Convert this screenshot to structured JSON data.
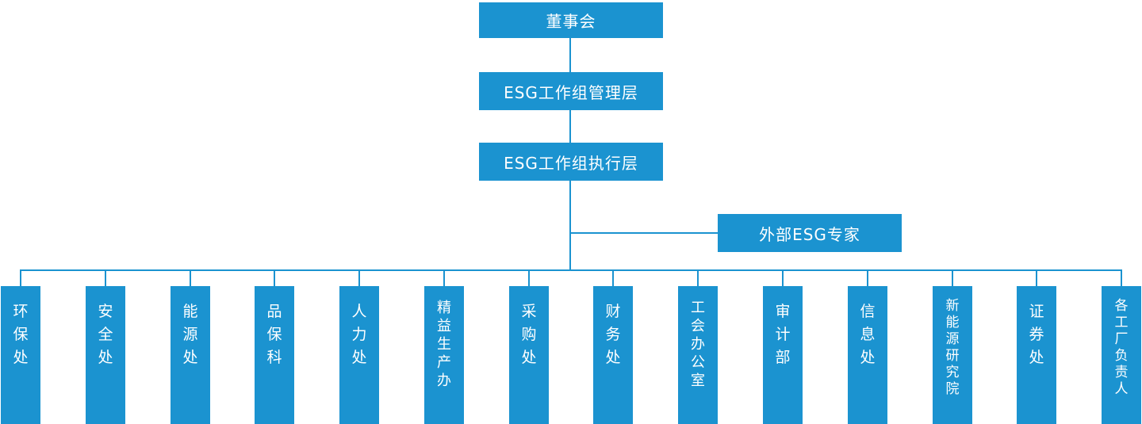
{
  "colors": {
    "primary": "#1b93d0",
    "text": "#ffffff",
    "background": "#ffffff"
  },
  "org_chart": {
    "type": "organization-hierarchy",
    "root": {
      "label": "董事会"
    },
    "management": {
      "label": "ESG工作组管理层"
    },
    "execution": {
      "label": "ESG工作组执行层"
    },
    "external_advisor": {
      "label": "外部ESG专家"
    },
    "departments": [
      {
        "label": "环保处"
      },
      {
        "label": "安全处"
      },
      {
        "label": "能源处"
      },
      {
        "label": "品保科"
      },
      {
        "label": "人力处"
      },
      {
        "label": "精益生产办"
      },
      {
        "label": "采购处"
      },
      {
        "label": "财务处"
      },
      {
        "label": "工会办公室"
      },
      {
        "label": "审计部"
      },
      {
        "label": "信息处"
      },
      {
        "label": "新能源研究院"
      },
      {
        "label": "证券处"
      },
      {
        "label": "各工厂负责人"
      }
    ]
  }
}
